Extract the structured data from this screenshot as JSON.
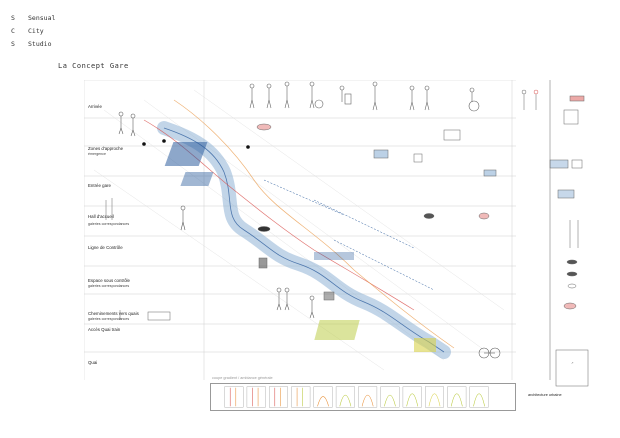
{
  "brand": {
    "lines": [
      {
        "initial": "S",
        "word": "Sensual"
      },
      {
        "initial": "C",
        "word": "City"
      },
      {
        "initial": "S",
        "word": "Studio"
      }
    ]
  },
  "title": "La Concept Gare",
  "levels": [
    {
      "label": "Arrivée",
      "sub": ""
    },
    {
      "label": "Zones d'approche",
      "sub": "émergence"
    },
    {
      "label": "Entrée gare",
      "sub": ""
    },
    {
      "label": "Hall d'accueil",
      "sub": "galeries correspondances"
    },
    {
      "label": "Ligne de Contrôle",
      "sub": ""
    },
    {
      "label": "Espace sous contrôle",
      "sub": "galeries correspondances"
    },
    {
      "label": "Cheminements vers quais",
      "sub": "galeries correspondances"
    },
    {
      "label": "Accès Quai train",
      "sub": ""
    },
    {
      "label": "Quai",
      "sub": ""
    }
  ],
  "legend": {
    "caption": "coupe gradient / ambiance générale"
  },
  "footer": {
    "label": "architecture urbaine"
  },
  "colors": {
    "blue": "#8fb2d6",
    "blue_dark": "#2f5f9e",
    "red": "#d9534f",
    "orange": "#e8913a",
    "green": "#b8c93a",
    "grey": "#bbbbbb"
  }
}
